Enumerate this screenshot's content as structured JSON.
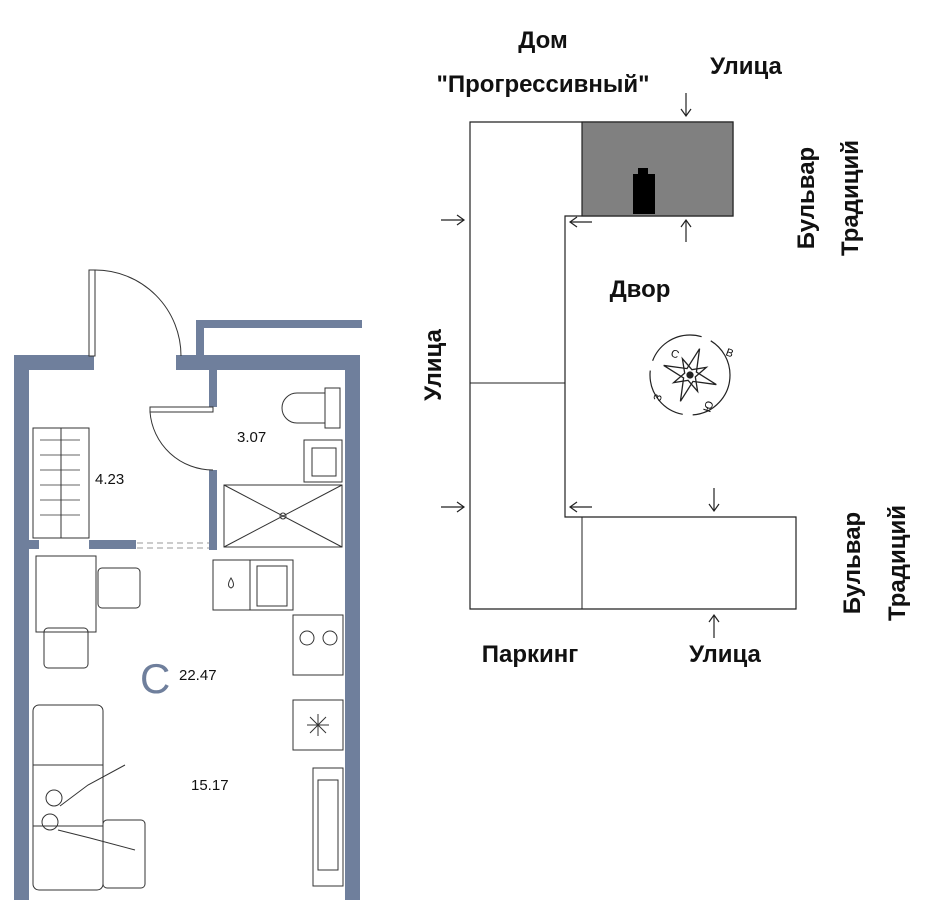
{
  "site_plan": {
    "house_label_line1": "Дом",
    "house_label_line2": "\"Прогрессивный\"",
    "street_top": "Улица",
    "street_left": "Улица",
    "street_bottom": "Улица",
    "boulevard_top_line1": "Бульвар",
    "boulevard_top_line2": "Традиций",
    "boulevard_bottom_line1": "Бульвар",
    "boulevard_bottom_line2": "Традиций",
    "courtyard": "Двор",
    "parking": "Паркинг",
    "compass": {
      "n": "С",
      "e": "В",
      "s": "Ю",
      "w": "З"
    },
    "highlight_color": "#808080",
    "apartment_marker_color": "#000000"
  },
  "floor_plan": {
    "wall_color": "#6f7f9c",
    "hall_area": "4.23",
    "bathroom_area": "3.07",
    "room_letter": "С",
    "total_area": "22.47",
    "living_area": "15.17"
  }
}
